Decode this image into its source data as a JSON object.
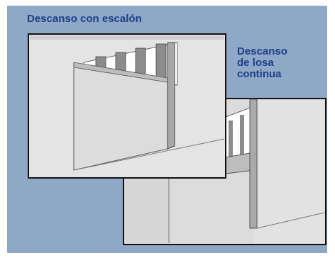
{
  "labels": {
    "stepped_landing": "Descanso con escalón",
    "continuous_slab_landing": [
      "Descanso",
      "de losa",
      "continua"
    ]
  },
  "colors": {
    "background_panel": "#8fa8c8",
    "label_text": "#1c3f86",
    "wall_light": "#e6e6e6",
    "wall_mid": "#cfcfcf",
    "wall_dark": "#8c8c8c",
    "outline": "#111111"
  }
}
